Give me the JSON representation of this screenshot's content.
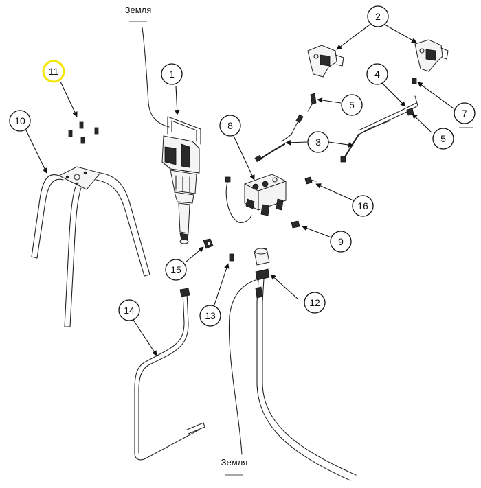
{
  "diagram": {
    "ground_label_top": "Земля",
    "ground_label_bottom": "Земля",
    "highlight_color": "#f2e600",
    "callouts": {
      "c1": "1",
      "c2": "2",
      "c3": "3",
      "c4": "4",
      "c5a": "5",
      "c5b": "5",
      "c7": "7",
      "c8": "8",
      "c9": "9",
      "c10": "10",
      "c11": "11",
      "c12": "12",
      "c13": "13",
      "c14": "14",
      "c15": "15",
      "c16": "16"
    },
    "highlighted_callout": "11"
  }
}
